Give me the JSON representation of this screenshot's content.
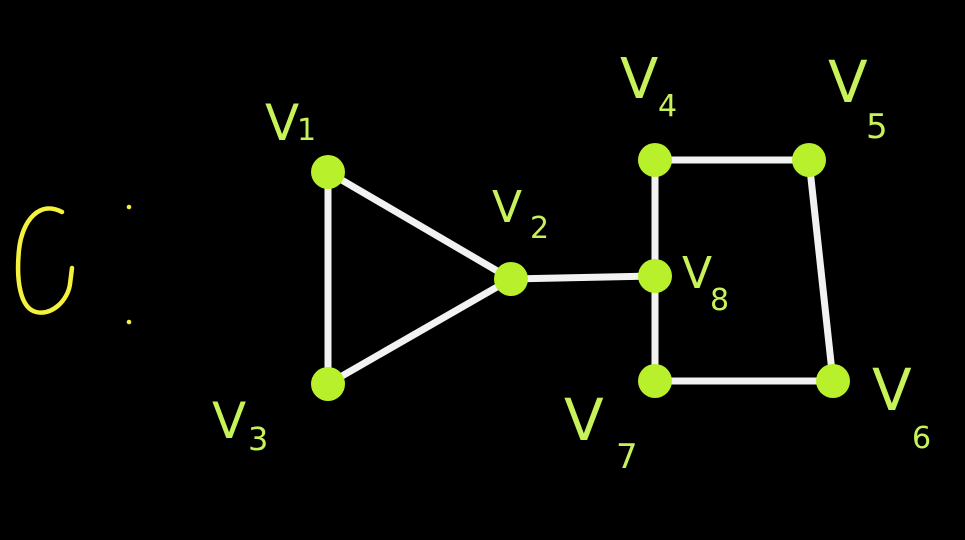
{
  "graph": {
    "name": "G",
    "colors": {
      "background": "#000000",
      "edge": "#f2f2f2",
      "vertex": "#b8f02c",
      "vertex_label": "#c8f25a",
      "graph_name": "#f4f23c"
    },
    "vertices": [
      {
        "id": "v1",
        "base": "V",
        "sub": "1"
      },
      {
        "id": "v2",
        "base": "V",
        "sub": "2"
      },
      {
        "id": "v3",
        "base": "V",
        "sub": "3"
      },
      {
        "id": "v4",
        "base": "V",
        "sub": "4"
      },
      {
        "id": "v5",
        "base": "V",
        "sub": "5"
      },
      {
        "id": "v6",
        "base": "V",
        "sub": "6"
      },
      {
        "id": "v7",
        "base": "V",
        "sub": "7"
      },
      {
        "id": "v8",
        "base": "V",
        "sub": "8"
      }
    ],
    "edges": [
      [
        "v1",
        "v2"
      ],
      [
        "v1",
        "v3"
      ],
      [
        "v2",
        "v3"
      ],
      [
        "v2",
        "v8"
      ],
      [
        "v4",
        "v5"
      ],
      [
        "v4",
        "v8"
      ],
      [
        "v5",
        "v6"
      ],
      [
        "v6",
        "v7"
      ],
      [
        "v7",
        "v8"
      ]
    ]
  }
}
